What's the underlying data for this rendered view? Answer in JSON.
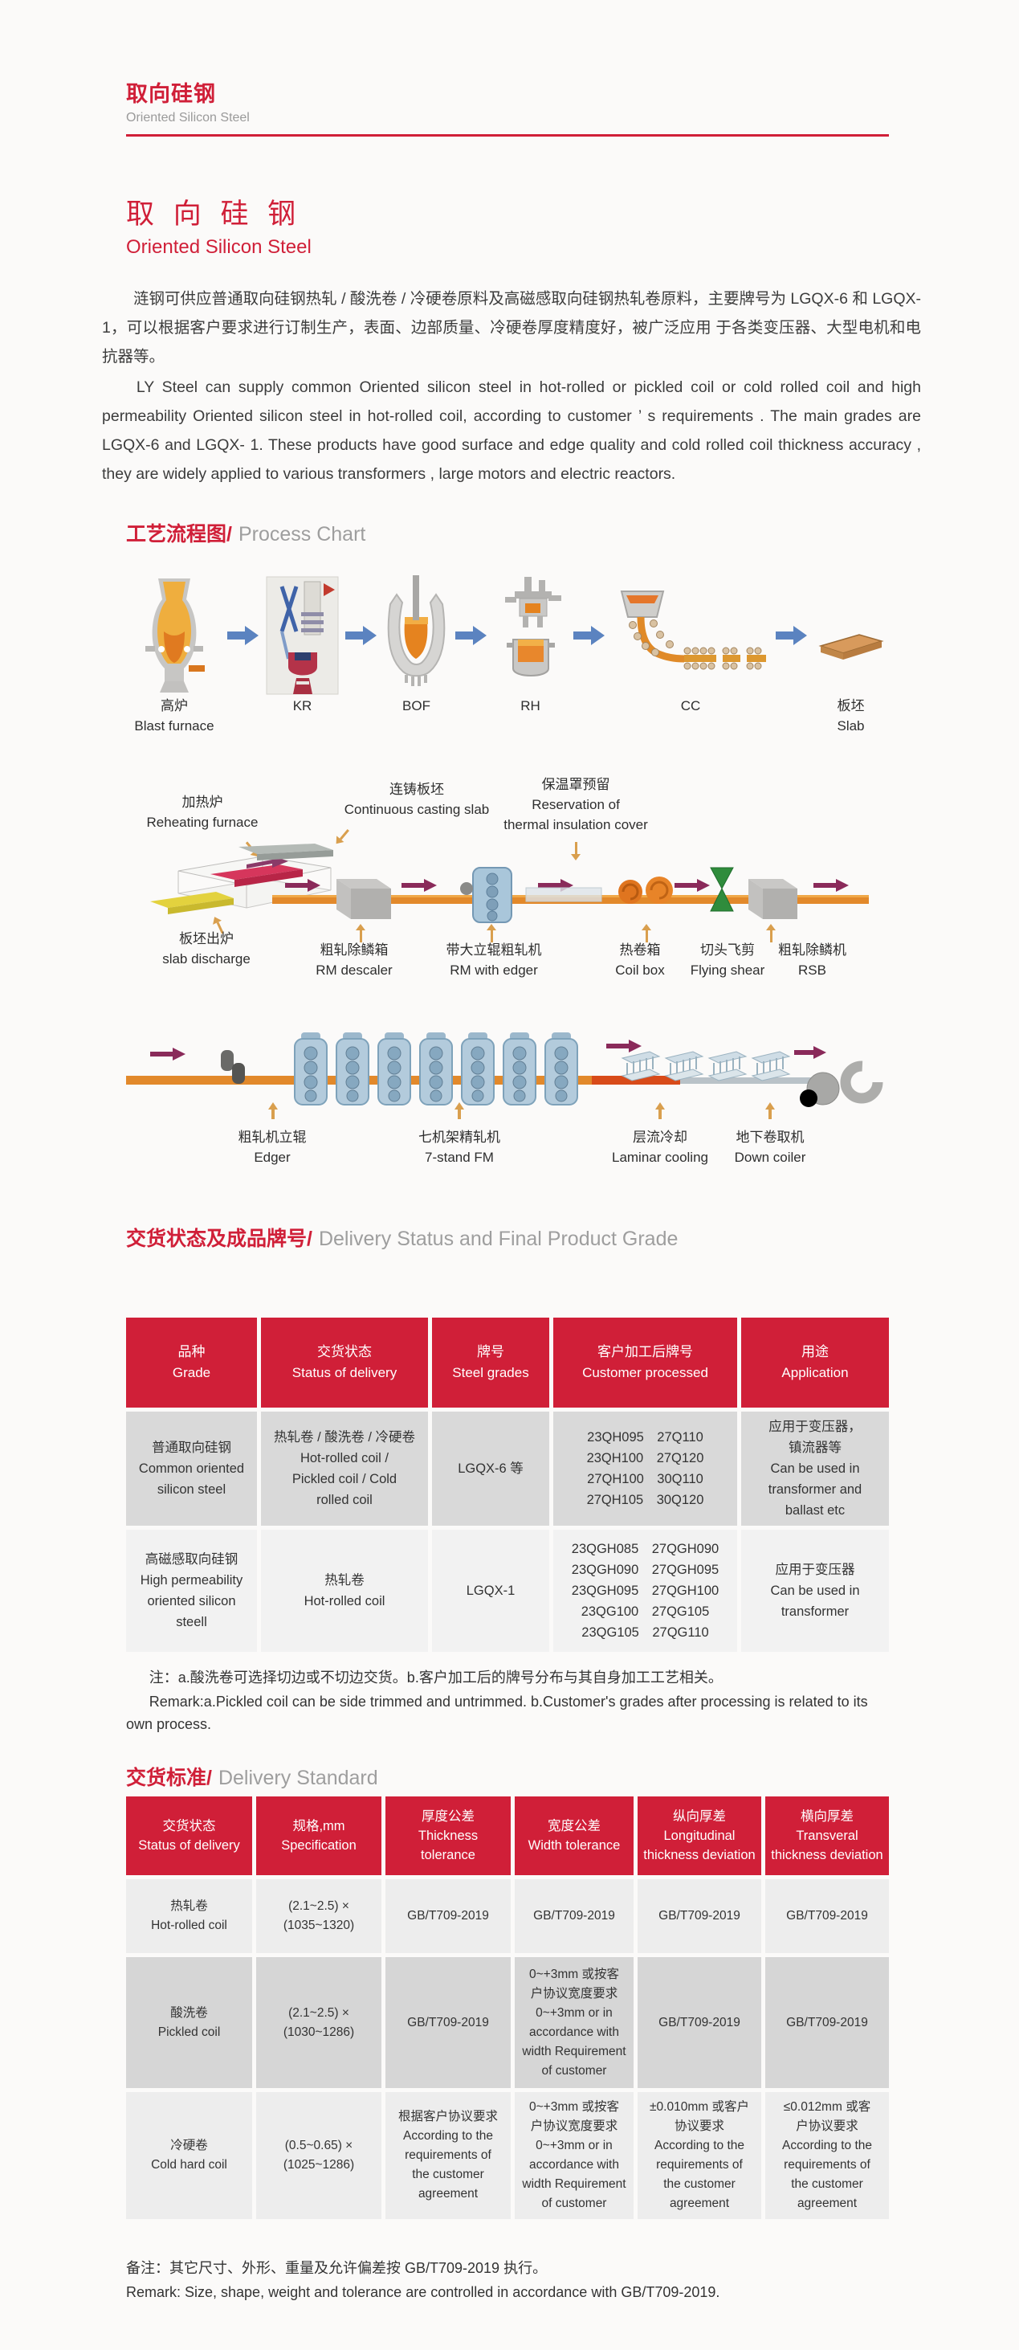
{
  "header": {
    "title_zh": "取向硅钢",
    "title_en": "Oriented Silicon Steel"
  },
  "intro": {
    "title_zh": "取 向 硅 钢",
    "title_en": "Oriented Silicon Steel",
    "para_zh": "涟钢可供应普通取向硅钢热轧 / 酸洗卷 / 冷硬卷原料及高磁感取向硅钢热轧卷原料，主要牌号为 LGQX-6 和 LGQX- 1，可以根据客户要求进行订制生产，表面、边部质量、冷硬卷厚度精度好，被广泛应用 于各类变压器、大型电机和电抗器等。",
    "para_en": "LY Steel can supply common Oriented silicon steel in hot-rolled or pickled coil or cold rolled coil and high permeability  Oriented silicon steel in hot-rolled coil, according to customer ’ s  requirements . The main grades are LGQX-6 and LGQX- 1. These products have good surface and edge quality and cold rolled coil thickness accuracy , they are widely applied to various transformers , large motors and electric reactors."
  },
  "process": {
    "heading_zh": "工艺流程图/",
    "heading_en": "Process Chart",
    "stages": [
      {
        "l1": "高炉",
        "l2": "Blast furnace"
      },
      {
        "l1": "KR",
        "l2": ""
      },
      {
        "l1": "BOF",
        "l2": ""
      },
      {
        "l1": "RH",
        "l2": ""
      },
      {
        "l1": "CC",
        "l2": ""
      },
      {
        "l1": "板坯",
        "l2": "Slab"
      }
    ],
    "row2_top": [
      {
        "lines": [
          "加热炉",
          "Reheating furnace"
        ]
      },
      {
        "lines": [
          "连铸板坯",
          "Continuous casting slab"
        ]
      },
      {
        "lines": [
          "保温罩预留",
          "Reservation of",
          "thermal insulation cover"
        ]
      }
    ],
    "row2_bottom": [
      {
        "lines": [
          "板坯出炉",
          "slab discharge"
        ]
      },
      {
        "lines": [
          "粗轧除鳞箱",
          "RM descaler"
        ]
      },
      {
        "lines": [
          "带大立辊粗轧机",
          "RM with edger"
        ]
      },
      {
        "lines": [
          "热卷箱",
          "Coil box"
        ]
      },
      {
        "lines": [
          "切头飞剪",
          "Flying shear"
        ]
      },
      {
        "lines": [
          "粗轧除鳞机",
          "RSB"
        ]
      }
    ],
    "row3_labels": [
      {
        "lines": [
          "粗轧机立辊",
          "Edger"
        ]
      },
      {
        "lines": [
          "七机架精轧机",
          "7-stand FM"
        ]
      },
      {
        "lines": [
          "层流冷却",
          "Laminar cooling"
        ]
      },
      {
        "lines": [
          "地下卷取机",
          "Down coiler"
        ]
      }
    ]
  },
  "delivery_status": {
    "heading_zh": "交货状态及成品牌号/",
    "heading_en": "Delivery Status and Final Product Grade",
    "headers": [
      {
        "zh": "品种",
        "en": "Grade"
      },
      {
        "zh": "交货状态",
        "en": "Status of delivery"
      },
      {
        "zh": "牌号",
        "en": "Steel grades"
      },
      {
        "zh": "客户加工后牌号",
        "en": "Customer processed"
      },
      {
        "zh": "用途",
        "en": "Application"
      }
    ],
    "rows": [
      {
        "grade": [
          "普通取向硅钢",
          "Common oriented",
          "silicon steel"
        ],
        "status": [
          "热轧卷 / 酸洗卷 / 冷硬卷",
          "Hot-rolled coil /",
          "Pickled coil / Cold",
          "rolled coil"
        ],
        "steel_grade": [
          "LGQX-6 等"
        ],
        "processed": [
          "23QH095 27Q110",
          "23QH100 27Q120",
          "27QH100 30Q110",
          "27QH105 30Q120"
        ],
        "application": [
          "应用于变压器，",
          "镇流器等",
          "Can be used in",
          "transformer and",
          "ballast etc"
        ]
      },
      {
        "grade": [
          "高磁感取向硅钢",
          "High permeability",
          "oriented silicon",
          "steell"
        ],
        "status": [
          "热轧卷",
          "Hot-rolled coil"
        ],
        "steel_grade": [
          "LGQX-1"
        ],
        "processed": [
          "23QGH085 27QGH090",
          "23QGH090 27QGH095",
          "23QGH095 27QGH100",
          "23QG100 27QG105",
          "23QG105 27QG110"
        ],
        "application": [
          "应用于变压器",
          "Can be used in",
          "transformer"
        ]
      }
    ],
    "note_zh": "注：a.酸洗卷可选择切边或不切边交货。b.客户加工后的牌号分布与其自身加工工艺相关。",
    "note_en": "Remark:a.Pickled coil can be side trimmed and untrimmed.    b.Customer's grades after processing is related to its own process."
  },
  "delivery_standard": {
    "heading_zh": "交货标准/",
    "heading_en": "Delivery Standard",
    "headers": [
      {
        "zh": "交货状态",
        "en": [
          "Status of delivery"
        ]
      },
      {
        "zh": "规格,mm",
        "en": [
          "Specification"
        ]
      },
      {
        "zh": "厚度公差",
        "en": [
          "Thickness",
          "tolerance"
        ]
      },
      {
        "zh": "宽度公差",
        "en": [
          "Width tolerance"
        ]
      },
      {
        "zh": "纵向厚差",
        "en": [
          "Longitudinal",
          "thickness deviation"
        ]
      },
      {
        "zh": "横向厚差",
        "en": [
          "Transveral",
          "thickness deviation"
        ]
      }
    ],
    "rows": [
      {
        "status": [
          "热轧卷",
          "Hot-rolled coil"
        ],
        "spec": [
          "(2.1~2.5)  ×",
          "(1035~1320)"
        ],
        "thickness": [
          "GB/T709-2019"
        ],
        "width": [
          "GB/T709-2019"
        ],
        "longitudinal": [
          "GB/T709-2019"
        ],
        "transversal": [
          "GB/T709-2019"
        ]
      },
      {
        "status": [
          "酸洗卷",
          "Pickled coil"
        ],
        "spec": [
          "(2.1~2.5) ×",
          "(1030~1286)"
        ],
        "thickness": [
          "GB/T709-2019"
        ],
        "width": [
          "0~+3mm 或按客",
          "户协议宽度要求",
          "0~+3mm or in",
          "accordance with",
          "width Requirement",
          "of customer"
        ],
        "longitudinal": [
          "GB/T709-2019"
        ],
        "transversal": [
          "GB/T709-2019"
        ]
      },
      {
        "status": [
          "冷硬卷",
          "Cold hard coil"
        ],
        "spec": [
          "(0.5~0.65) ×",
          "(1025~1286)"
        ],
        "thickness": [
          "根据客户协议要求",
          "According to the",
          "requirements of",
          "the customer",
          "agreement"
        ],
        "width": [
          "0~+3mm 或按客",
          "户协议宽度要求",
          "0~+3mm or in",
          "accordance with",
          "width Requirement",
          "of customer"
        ],
        "longitudinal": [
          "±0.010mm 或客户",
          "协议要求",
          "According to the",
          "requirements of",
          "the customer",
          "agreement"
        ],
        "transversal": [
          "≤0.012mm 或客",
          "户协议要求",
          "According to the",
          "requirements of",
          "the customer",
          "agreement"
        ]
      }
    ],
    "note_zh": "备注：其它尺寸、外形、重量及允许偏差按 GB/T709-2019 执行。",
    "note_en": "Remark:  Size, shape, weight and tolerance are controlled in accordance with GB/T709-2019."
  },
  "colors": {
    "accent_red": "#d01f38",
    "heading_gray": "#9e9e9e",
    "row_gray_dark": "#d9d9d9",
    "row_gray_light": "#f2f2f2",
    "flow_arrow_blue": "#5b83c0",
    "band_arrow_magenta": "#8a2a5a",
    "pointer_orange": "#d99f4e",
    "shear_green": "#2f8c3c",
    "strip_orange": "#e2892b"
  }
}
